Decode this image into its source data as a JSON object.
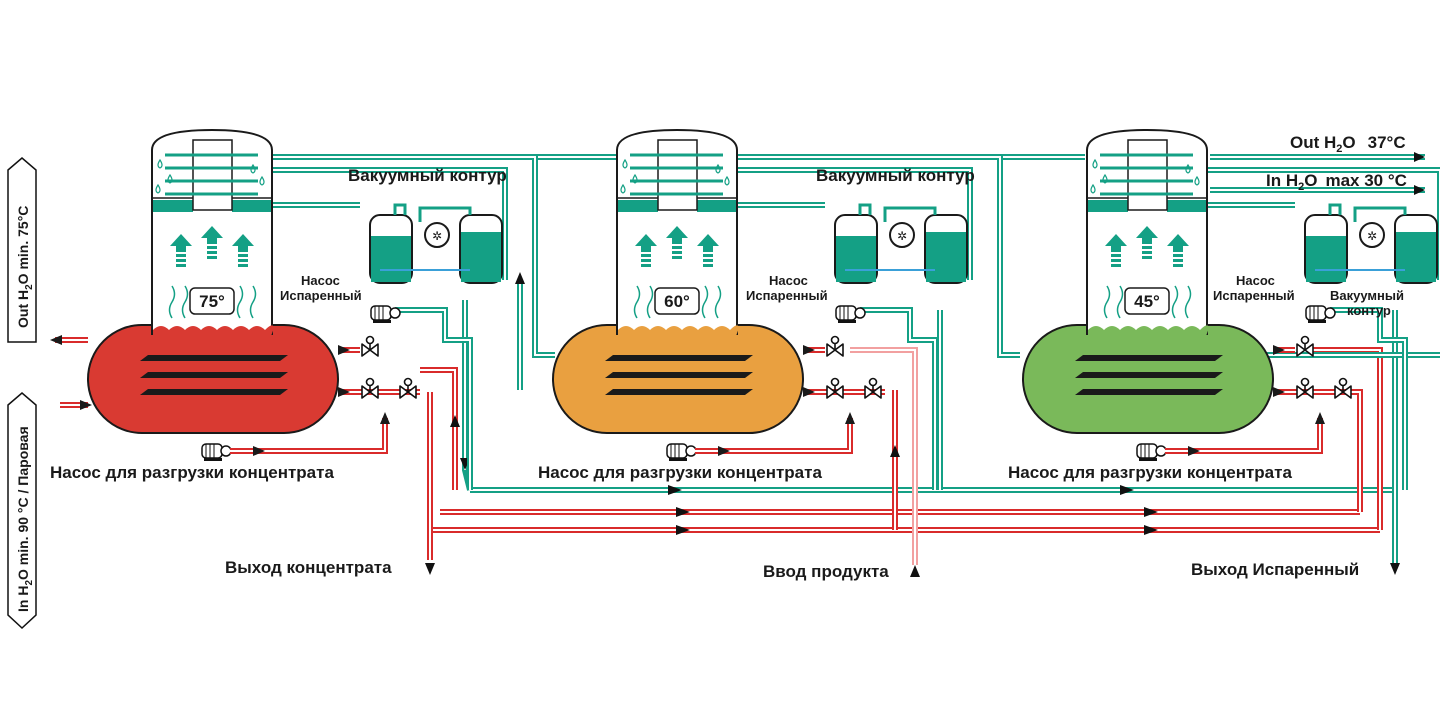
{
  "colors": {
    "stage1_body": "#d93a32",
    "stage2_body": "#e9a040",
    "stage3_body": "#7ab95a",
    "water_teal": "#14a085",
    "pipe_red": "#d92b2b",
    "pipe_pink": "#f2a0a0",
    "outline": "#1a1a1a"
  },
  "stages": [
    {
      "temperature": "75°",
      "body_color": "#d93a32",
      "vacuum_label": "Вакуумный контур",
      "pump_label_line1": "Насос",
      "pump_label_line2": "Испаренный",
      "discharge_label": "Насос для разгрузки концентрата"
    },
    {
      "temperature": "60°",
      "body_color": "#e9a040",
      "vacuum_label": "Вакуумный контур",
      "pump_label_line1": "Насос",
      "pump_label_line2": "Испаренный",
      "discharge_label": "Насос для разгрузки концентрата"
    },
    {
      "temperature": "45°",
      "body_color": "#7ab95a",
      "vacuum_label_line1": "Вакуумный",
      "vacuum_label_line2": "контур",
      "pump_label_line1": "Насос",
      "pump_label_line2": "Испаренный",
      "discharge_label": "Насос для разгрузки концентрата"
    }
  ],
  "cooling": {
    "out_prefix": "Out H",
    "out_sub": "2",
    "out_suffix": "O",
    "out_temp": "37°C",
    "in_prefix": "In H",
    "in_sub": "2",
    "in_suffix": "O",
    "in_temp": "max 30 °C"
  },
  "outputs": {
    "concentrate_out": "Выход концентрата",
    "product_in": "Ввод продукта",
    "evaporated_out": "Выход Испаренный"
  },
  "side_tags": {
    "top_prefix": "Out H",
    "top_sub": "2",
    "top_suffix": "O  min. 75°C",
    "bottom_prefix": "In H",
    "bottom_sub": "2",
    "bottom_suffix": "O   min. 90 °C / Паровая"
  }
}
